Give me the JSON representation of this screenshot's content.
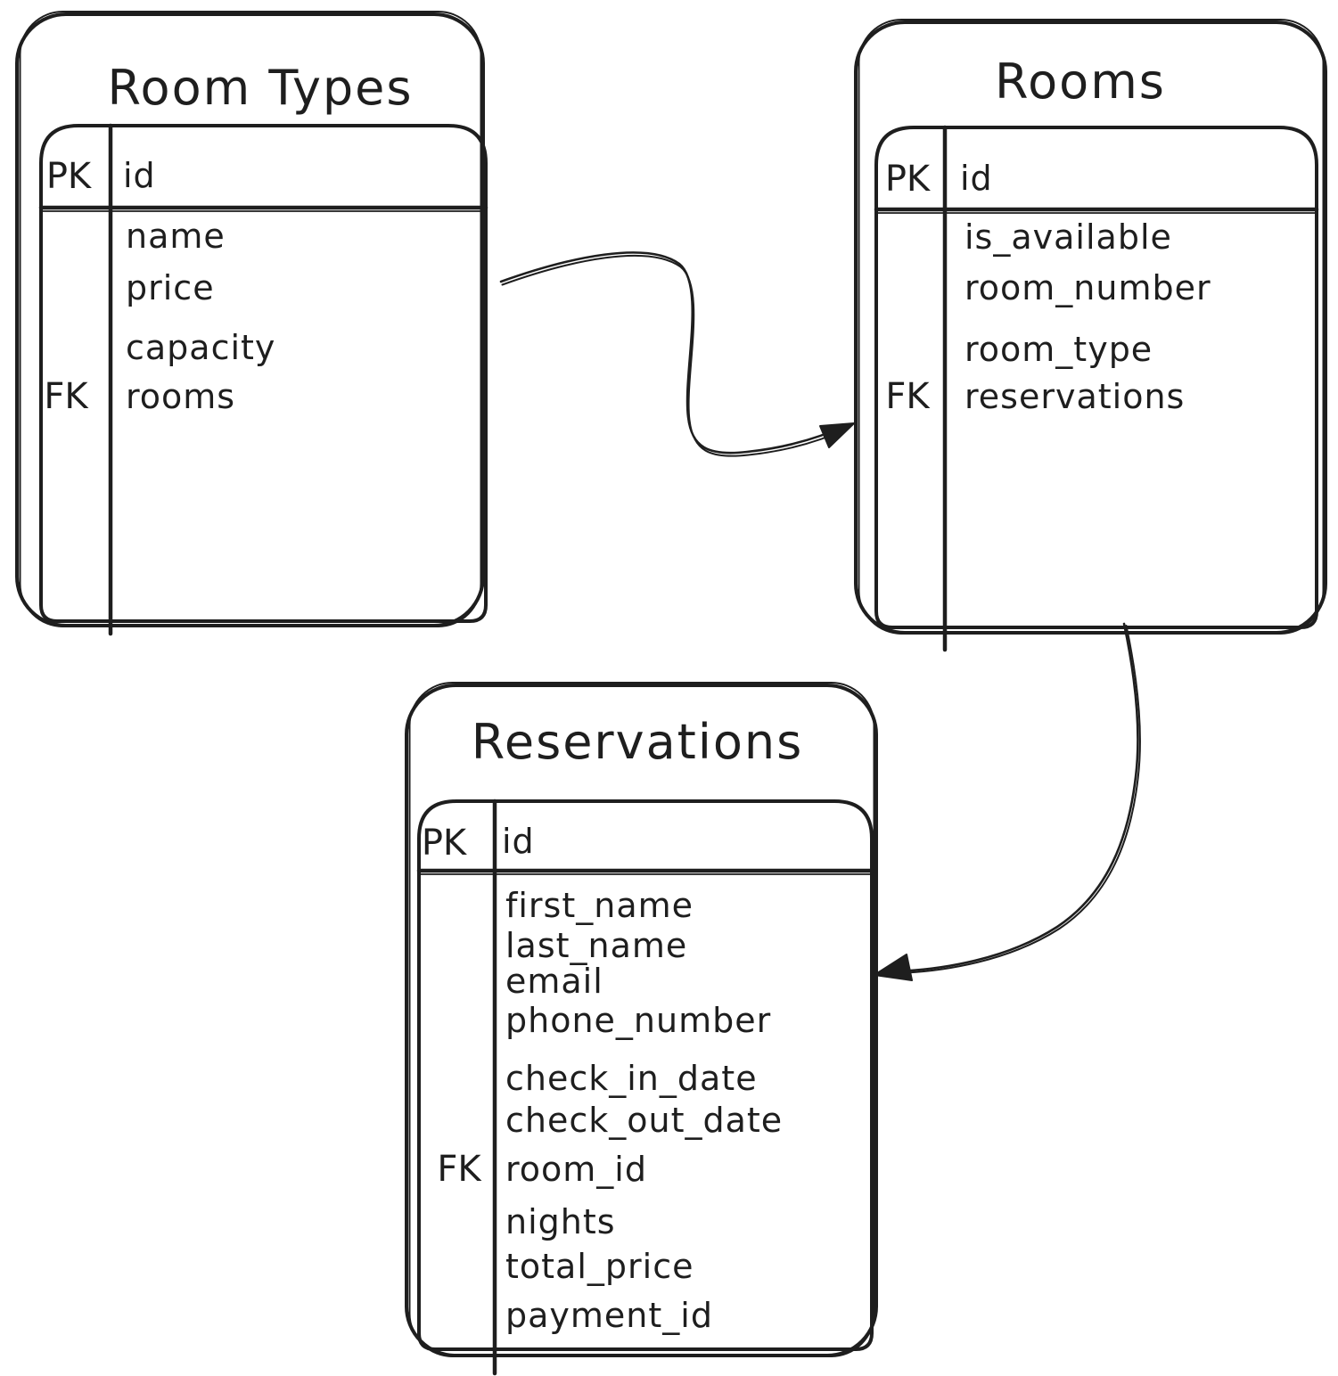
{
  "canvas": {
    "background": "#ffffff",
    "stroke_color": "#1e1e1e"
  },
  "tables": [
    {
      "title": "Room Types",
      "header": {
        "key": "PK",
        "field": "id"
      },
      "fk_label": "FK",
      "fields": [
        "name",
        "price",
        "capacity",
        "rooms"
      ],
      "fk_field": "rooms"
    },
    {
      "title": "Rooms",
      "header": {
        "key": "PK",
        "field": "id"
      },
      "fk_label": "FK",
      "fields": [
        "is_available",
        "room_number",
        "room_type",
        "reservations"
      ],
      "fk_field": "reservations"
    },
    {
      "title": "Reservations",
      "header": {
        "key": "PK",
        "field": "id"
      },
      "fk_label": "FK",
      "fields": [
        "first_name",
        "last_name",
        "email",
        "phone_number",
        "check_in_date",
        "check_out_date",
        "room_id",
        "nights",
        "total_price",
        "payment_id"
      ],
      "fk_field": "room_id"
    }
  ],
  "relations": [
    {
      "from": "Room Types",
      "to": "Rooms"
    },
    {
      "from": "Rooms",
      "to": "Reservations"
    }
  ]
}
